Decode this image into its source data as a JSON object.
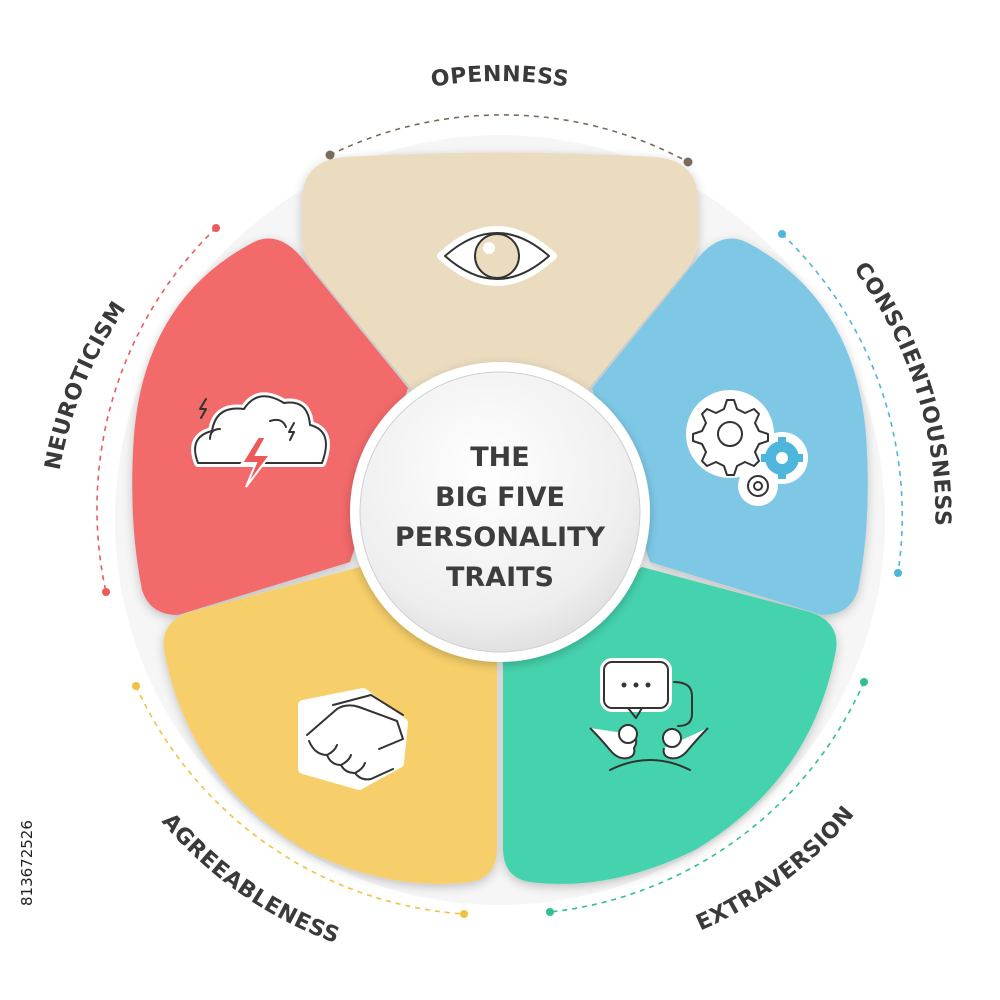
{
  "diagram": {
    "center": {
      "lines": [
        "THE",
        "BIG FIVE",
        "PERSONALITY",
        "TRAITS"
      ]
    },
    "traits": [
      {
        "label": "OPENNESS",
        "color": "#ebdcc0",
        "icon": "eye-icon",
        "accent": "#7a6b5a"
      },
      {
        "label": "CONSCIENTIOUSNESS",
        "color": "#7ec8e6",
        "icon": "gears-icon",
        "accent": "#4eb5dc"
      },
      {
        "label": "EXTRAVERSION",
        "color": "#45d3ad",
        "icon": "chat-people-icon",
        "accent": "#2fbf94"
      },
      {
        "label": "AGREEABLENESS",
        "color": "#f7cf6b",
        "icon": "handshake-icon",
        "accent": "#f0c240"
      },
      {
        "label": "NEUROTICISM",
        "color": "#f26b6b",
        "icon": "storm-cloud-icon",
        "accent": "#ee5a5a"
      }
    ]
  },
  "stock_id": "813672526"
}
